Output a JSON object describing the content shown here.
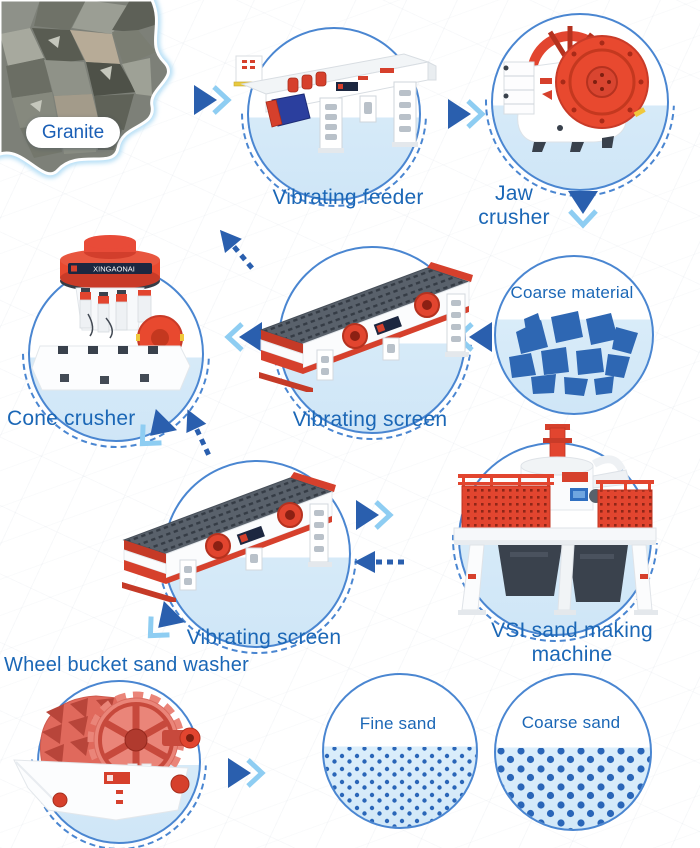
{
  "flow": {
    "brand": "XINGAONAI",
    "source": {
      "label": "Granite"
    },
    "stages": {
      "vibrating_feeder": {
        "label": "Vibrating feeder"
      },
      "jaw_crusher": {
        "label": "Jaw crusher"
      },
      "coarse_material": {
        "label": "Coarse material"
      },
      "vibrating_screen_1": {
        "label": "Vibrating screen"
      },
      "cone_crusher": {
        "label": "Cone crusher"
      },
      "vibrating_screen_2": {
        "label": "Vibrating screen"
      },
      "vsi_sand_making_machine": {
        "label": "VSI sand making machine"
      },
      "wheel_bucket_sand_washer": {
        "label": "Wheel bucket sand washer"
      },
      "fine_sand": {
        "label": "Fine sand"
      },
      "coarse_sand": {
        "label": "Coarse sand"
      }
    },
    "colors": {
      "label_blue": "#1b67b6",
      "arrow_dark": "#2a5fae",
      "arrow_light": "#8ecdf2",
      "circle_stroke": "#4a86d1",
      "circle_fill": "#d6eaf8",
      "machine_red": "#e2452f",
      "washer_salmon": "#e8857a",
      "rock_blue": "#2e67b3",
      "sand_dot_blue": "#2a66b8"
    }
  }
}
